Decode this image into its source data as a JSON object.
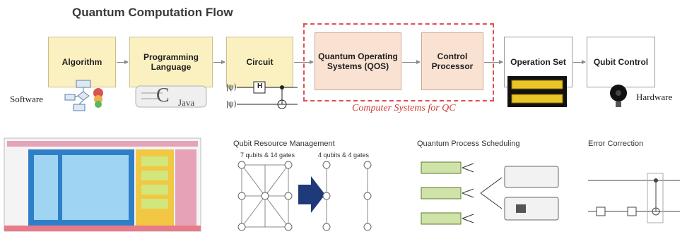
{
  "title": "Quantum Computation Flow",
  "boxes": {
    "algorithm": "Algorithm",
    "programming_language": "Programming Language",
    "circuit": "Circuit",
    "qos": "Quantum Operating Systems (QOS)",
    "control_processor": "Control Processor",
    "operation_set": "Operation Set",
    "qubit_control": "Qubit Control"
  },
  "labels": {
    "software": "Software",
    "hardware": "Hardware",
    "computer_systems": "Computer Systems for QC",
    "circuit_q0": "|ψ⟩",
    "circuit_q1": "|ψ⟩",
    "gate": "H",
    "c_letter": "C",
    "java": "Java"
  },
  "panels": {
    "resource": {
      "title": "Qubit Resource Management",
      "left_caption": "7 qubits & 14 gates",
      "right_caption": "4 qubits & 4 gates"
    },
    "scheduling": {
      "title": "Quantum Process Scheduling"
    },
    "error": {
      "title": "Error Correction"
    }
  },
  "colors": {
    "yellow_box": "#fbf1c0",
    "peach_box": "#f9e2d2",
    "red_dashed": "#e05050",
    "arrow_navy": "#1f3a78",
    "green_stack": "#cfe3a8"
  }
}
